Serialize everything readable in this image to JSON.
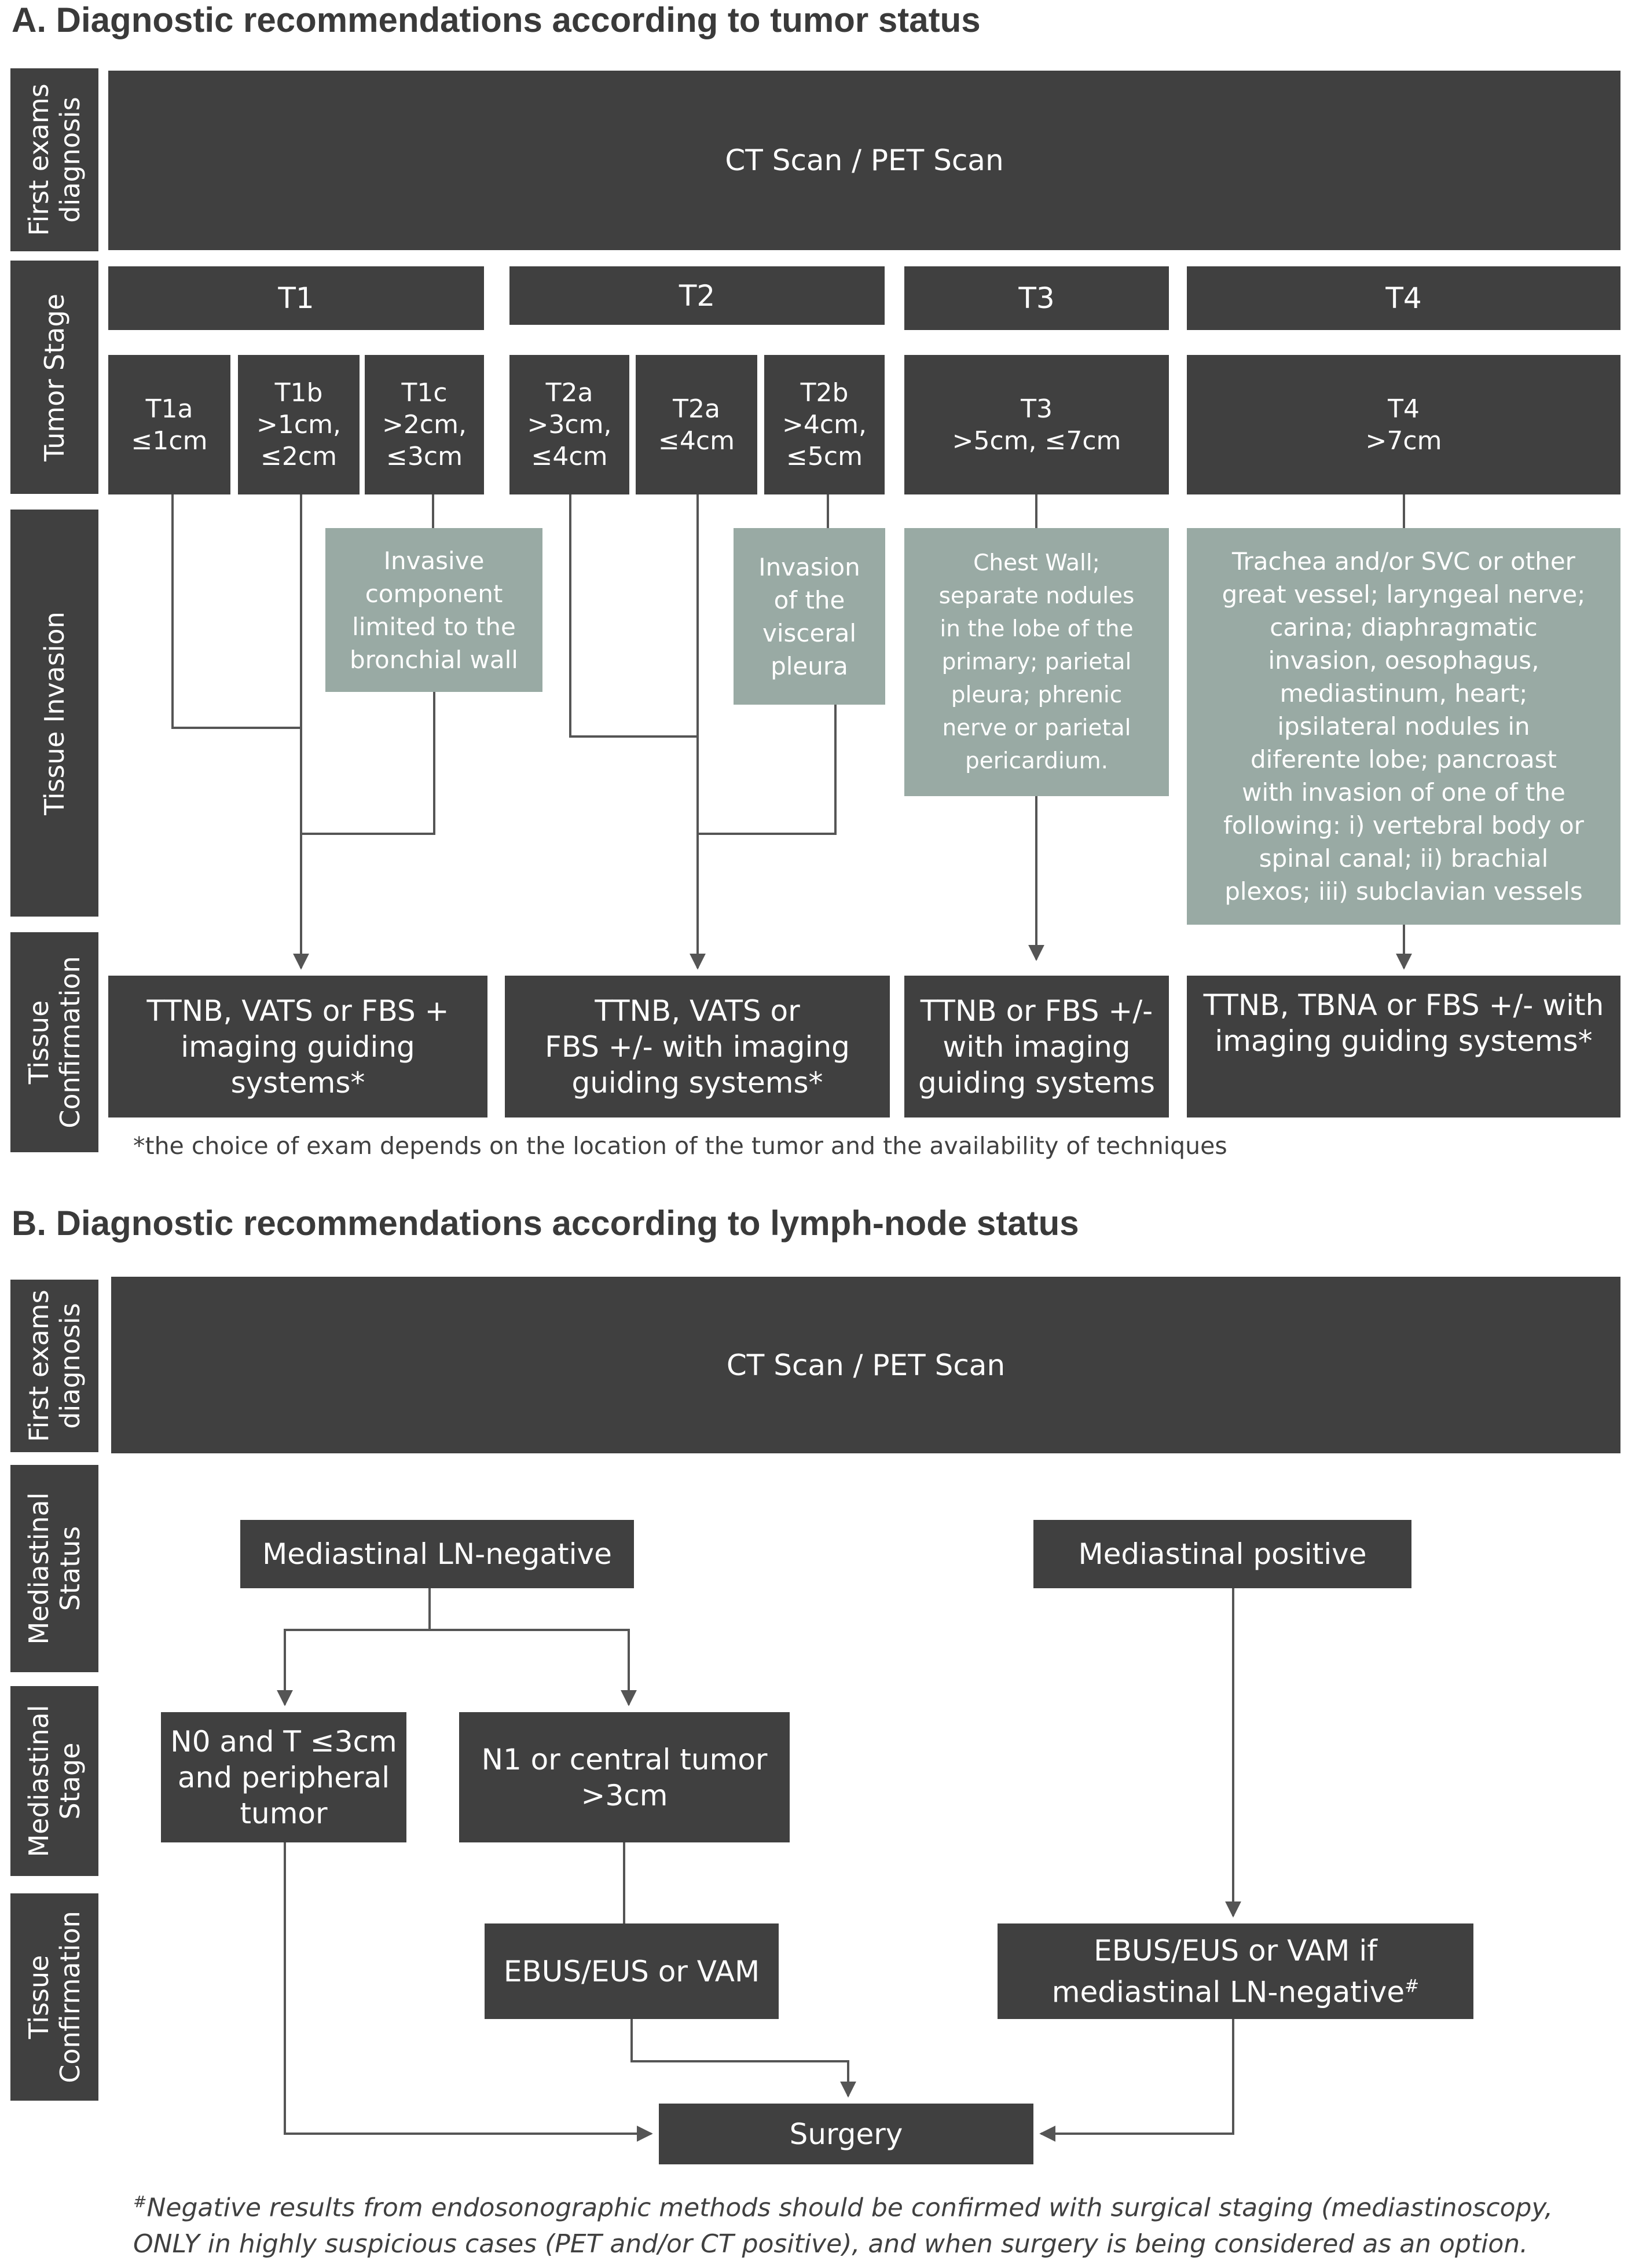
{
  "section_a": {
    "heading": "A. Diagnostic recommendations according to tumor status",
    "row_labels": {
      "first_exams": [
        "First exams",
        "diagnosis"
      ],
      "tumor_stage": [
        "Tumor Stage"
      ],
      "tissue_invasion": [
        "Tissue Invasion"
      ],
      "tissue_confirmation": [
        "Tissue",
        "Confirmation"
      ]
    },
    "first_exam": "CT Scan / PET Scan",
    "stage_groups": [
      "T1",
      "T2",
      "T3",
      "T4"
    ],
    "substages": [
      {
        "name": "T1a",
        "size": [
          "≤1cm"
        ]
      },
      {
        "name": "T1b",
        "size": [
          ">1cm,",
          "≤2cm"
        ]
      },
      {
        "name": "T1c",
        "size": [
          ">2cm,",
          "≤3cm"
        ]
      },
      {
        "name": "T2a",
        "size": [
          ">3cm,",
          "≤4cm"
        ]
      },
      {
        "name": "T2a",
        "size": [
          "≤4cm"
        ]
      },
      {
        "name": "T2b",
        "size": [
          ">4cm,",
          "≤5cm"
        ]
      },
      {
        "name": "T3",
        "size": [
          ">5cm, ≤7cm"
        ]
      },
      {
        "name": "T4",
        "size": [
          ">7cm"
        ]
      }
    ],
    "invasion": {
      "t1c": [
        "Invasive",
        "component",
        "limited to the",
        "bronchial wall"
      ],
      "t2b": [
        "Invasion",
        "of the",
        "visceral",
        "pleura"
      ],
      "t3": [
        "Chest Wall;",
        "separate nodules",
        "in the lobe of the",
        "primary; parietal",
        "pleura; phrenic",
        "nerve or parietal",
        "pericardium."
      ],
      "t4": [
        "Trachea and/or SVC or other",
        "great vessel; laryngeal nerve;",
        "carina; diaphragmatic",
        "invasion, oesophagus,",
        "mediastinum, heart;",
        "ipsilateral nodules  in",
        "diferente lobe; pancroast",
        "with invasion of one of the",
        "following: i) vertebral body or",
        "spinal canal; ii) brachial",
        "plexos; iii) subclavian  vessels"
      ]
    },
    "confirmation": {
      "t1": [
        "TTNB, VATS or FBS  +",
        "imaging guiding",
        "systems*"
      ],
      "t2": [
        "TTNB, VATS or",
        "FBS +/- with imaging",
        "guiding systems*"
      ],
      "t3": [
        "TTNB or FBS +/-",
        "with imaging",
        "guiding systems"
      ],
      "t4": [
        "TTNB, TBNA or FBS +/- with",
        "imaging guiding systems*"
      ]
    },
    "footnote": "*the choice of exam depends on the location of the tumor and the availability of techniques"
  },
  "section_b": {
    "heading": "B. Diagnostic recommendations according to lymph-node status",
    "row_labels": {
      "first_exams": [
        "First exams",
        "diagnosis"
      ],
      "mediastinal_status": [
        "Mediastinal",
        "Status"
      ],
      "mediastinal_stage": [
        "Mediastinal",
        "Stage"
      ],
      "tissue_confirmation": [
        "Tissue",
        "Confirmation"
      ]
    },
    "first_exam": "CT Scan / PET Scan",
    "ln_negative": "Mediastinal LN-negative",
    "positive": "Mediastinal positive",
    "n0": [
      "N0 and T ≤3cm",
      "and peripheral",
      "tumor"
    ],
    "n1": [
      "N1 or central tumor",
      ">3cm"
    ],
    "ebus": "EBUS/EUS or VAM",
    "ebus_if": [
      "EBUS/EUS or VAM if",
      "mediastinal LN-negative"
    ],
    "ebus_if_mark": "#",
    "surgery": "Surgery",
    "footnote_mark": "#",
    "footnote": [
      "Negative results from endosonographic methods should be confirmed with surgical staging (mediastinoscopy,",
      "ONLY in highly suspicious cases (PET and/or CT positive), and when surgery is being considered as an option."
    ]
  },
  "colors": {
    "dark_box": "#404040",
    "invasion_box": "#99aaa4",
    "connector": "#555555"
  }
}
